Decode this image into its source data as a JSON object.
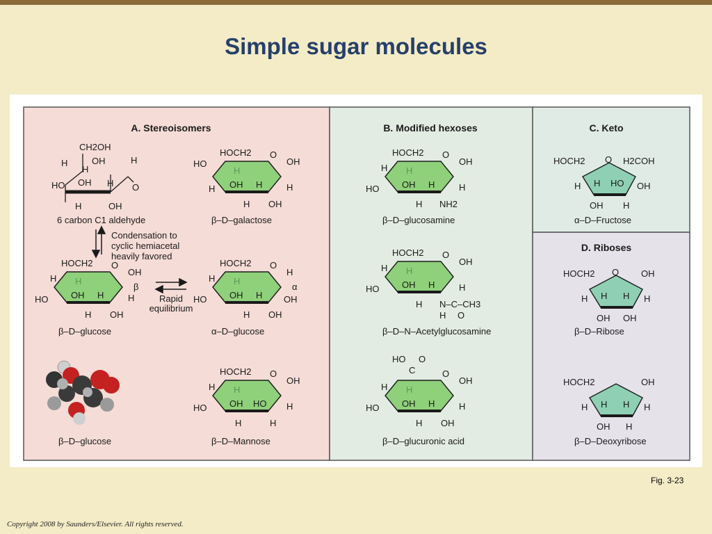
{
  "title": "Simple sugar molecules",
  "fig_label": "Fig. 3-23",
  "copyright": "Copyright 2008 by Saunders/Elsevier. All rights reserved.",
  "colors": {
    "panel_a": "#f5dcd6",
    "panel_b": "#e2ece2",
    "panel_c": "#e0ebe6",
    "panel_d": "#e6e2ea",
    "ring_green": "#8fd07a",
    "ring_teal": "#8fd0b4",
    "h_in_ring": "#5a9a56"
  },
  "sections": {
    "a": {
      "heading": "A. Stereoisomers",
      "linear_caption": "6 carbon C1 aldehyde",
      "linear_labels": {
        "ch2oh": "CH2OH",
        "oh_top": "OH",
        "h1": "H",
        "h2": "H",
        "h3": "H",
        "ho": "HO",
        "oh_mid": "OH",
        "h4": "H",
        "o": "O",
        "h5": "H",
        "oh_bot": "OH"
      },
      "condensation": [
        "Condensation to",
        "cyclic hemiacetal",
        "heavily favored"
      ],
      "equilibrium": [
        "Rapid",
        "equilibrium"
      ],
      "beta_glucose": "β–D–glucose",
      "alpha_glucose": "α–D–glucose",
      "galactose": "β–D–galactose",
      "mannose": "β–D–Mannose",
      "space_fill_caption": "β–D–glucose",
      "alpha_sym": "α",
      "beta_sym": "β"
    },
    "b": {
      "heading": "B. Modified hexoses",
      "glucosamine": "β–D–glucosamine",
      "acetylglucosamine": "β–D–N–Acetylglucosamine",
      "glucuronic": "β–D–glucuronic acid",
      "nh2": "NH2",
      "acetyl": "N–C–CH3",
      "acetyl_o": "O",
      "acetyl_h": "H",
      "carboxyl_ho": "HO",
      "carboxyl_o": "O",
      "carboxyl_c": "C"
    },
    "c": {
      "heading": "C. Keto",
      "fructose": "α–D–Fructose",
      "hoch2": "HOCH2",
      "h2coh": "H2COH",
      "ho": "HO"
    },
    "d": {
      "heading": "D. Riboses",
      "ribose": "β–D–Ribose",
      "deoxyribose": "β–D–Deoxyribose"
    }
  },
  "atoms": {
    "hoch2": "HOCH2",
    "o": "O",
    "oh": "OH",
    "ho": "HO",
    "h": "H"
  }
}
